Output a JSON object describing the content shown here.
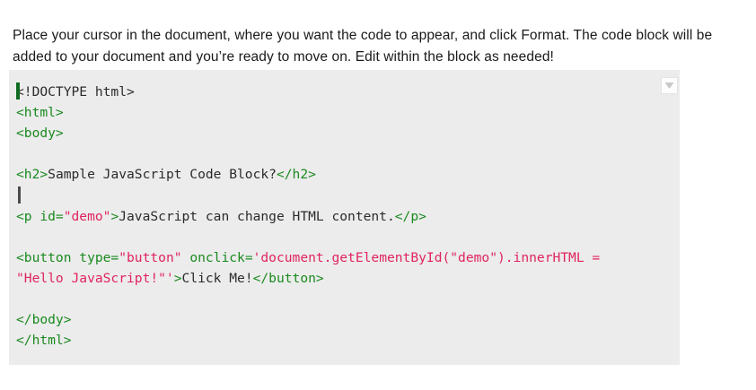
{
  "intro": {
    "text": "Place your cursor in the document, where you want the code to appear, and click Format. The code block will be added to your document and you’re ready to move on. Edit within the block as needed!"
  },
  "code_block": {
    "background_color": "#ececec",
    "tag_color": "#1a8a1f",
    "string_color": "#e0245e",
    "text_color": "#2b2b2b",
    "lines": [
      {
        "id": "doctype",
        "segments": [
          {
            "type": "plain",
            "text": "<!DOCTYPE html>"
          }
        ],
        "caret": "start"
      },
      {
        "id": "html-open",
        "segments": [
          {
            "type": "tag",
            "text": "<html>"
          }
        ]
      },
      {
        "id": "body-open",
        "segments": [
          {
            "type": "tag",
            "text": "<body>"
          }
        ]
      },
      {
        "id": "blank-1",
        "segments": []
      },
      {
        "id": "h2",
        "segments": [
          {
            "type": "tag",
            "text": "<h2>"
          },
          {
            "type": "plain",
            "text": "Sample JavaScript Code Block?"
          },
          {
            "type": "tag",
            "text": "</h2>"
          }
        ]
      },
      {
        "id": "blank-2",
        "segments": [],
        "caret": "line"
      },
      {
        "id": "paragraph",
        "segments": [
          {
            "type": "tag",
            "text": "<p id="
          },
          {
            "type": "attrval",
            "text": "\"demo\""
          },
          {
            "type": "tag",
            "text": ">"
          },
          {
            "type": "plain",
            "text": "JavaScript can change HTML content."
          },
          {
            "type": "tag",
            "text": "</p>"
          }
        ]
      },
      {
        "id": "blank-3",
        "segments": []
      },
      {
        "id": "button-1",
        "segments": [
          {
            "type": "tag",
            "text": "<button type="
          },
          {
            "type": "attrval",
            "text": "\"button\""
          },
          {
            "type": "tag",
            "text": " onclick="
          },
          {
            "type": "attrval",
            "text": "'document.getElementById(\"demo\").innerHTML ="
          }
        ]
      },
      {
        "id": "button-2",
        "segments": [
          {
            "type": "attrval",
            "text": "\"Hello JavaScript!\"'"
          },
          {
            "type": "tag",
            "text": ">"
          },
          {
            "type": "plain",
            "text": "Click Me!"
          },
          {
            "type": "tag",
            "text": "</button>"
          }
        ]
      },
      {
        "id": "blank-4",
        "segments": []
      },
      {
        "id": "body-close",
        "segments": [
          {
            "type": "tag",
            "text": "</body>"
          }
        ]
      },
      {
        "id": "html-close",
        "segments": [
          {
            "type": "tag",
            "text": "</html>"
          }
        ]
      }
    ]
  },
  "dropdown_handle": {
    "icon": "chevron-down-icon",
    "color": "#c9c9c9"
  }
}
